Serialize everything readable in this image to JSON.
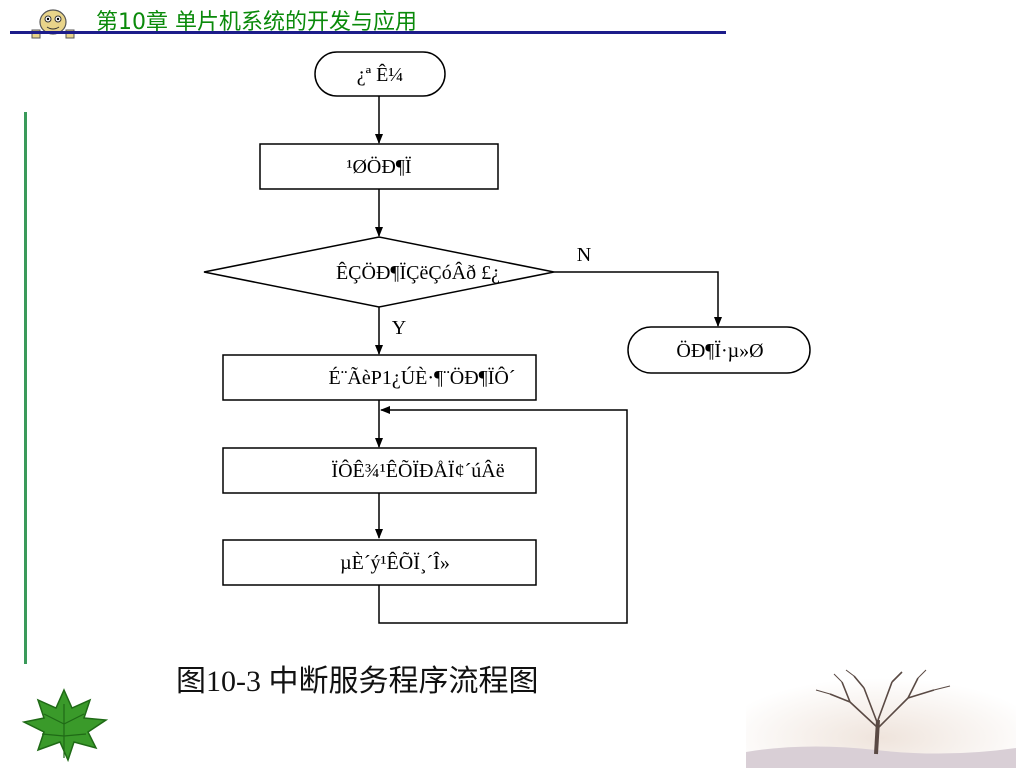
{
  "header": {
    "title": "第10章    单片机系统的开发与应用"
  },
  "flowchart": {
    "start_label": "¿ª  Ê¼",
    "step1_label": "¹ØÖÐ¶Ï",
    "decision_label": "ÊÇÖÐ¶ÏÇëÇóÂð £¿",
    "yes_label": "Y",
    "no_label": "N",
    "no_branch_label": "ÖÐ¶Ï·µ»Ø",
    "step2_label": "É¨ÃèP1¿ÚÈ·¶¨ÖÐ¶ÏÔ´",
    "step3_label": "ÏÔÊ¾¹ÊÕÏÐÅÏ¢´úÂë",
    "step4_label": "µÈ´ý¹ÊÕÏ¸´Î»"
  },
  "caption": {
    "text": "图10-3  中断服务程序流程图"
  },
  "decor": {
    "accent_color": "#0a8a0a",
    "rule_color": "#1c1c8a",
    "bar_color": "#3a9a5a",
    "icons": [
      "mascot-icon",
      "maple-leaf-icon",
      "winter-tree-icon"
    ]
  }
}
